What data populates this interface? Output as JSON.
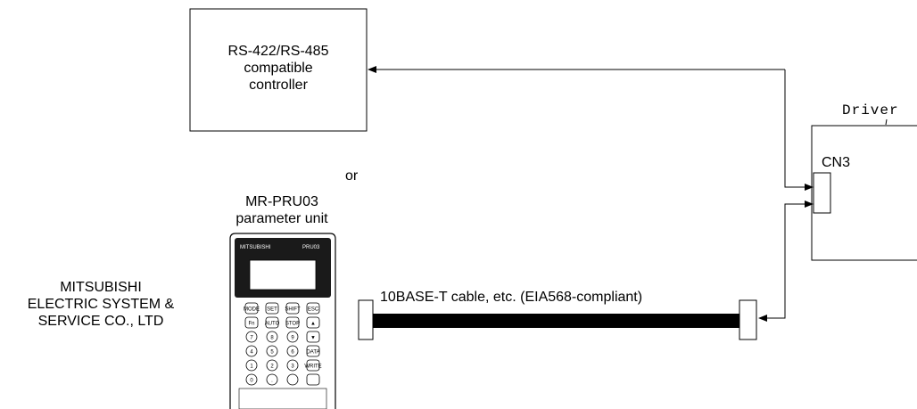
{
  "controller": {
    "line1": "RS-422/RS-485",
    "line2": "compatible",
    "line3": "controller"
  },
  "or_label": "or",
  "parameter_unit": {
    "line1": "MR-PRU03",
    "line2": "parameter unit",
    "brand_text": "MITSUBISHI",
    "model_text": "PRU03",
    "keys": [
      "MODE",
      "SET",
      "SHIFT",
      "ESC",
      "Fn",
      "AUTO",
      "STOP",
      "▲",
      "7",
      "8",
      "9",
      "▼",
      "4",
      "5",
      "6",
      "DATA",
      "1",
      "2",
      "3",
      "WRITE",
      "0",
      ".",
      "",
      ""
    ]
  },
  "maker": {
    "line1": "MITSUBISHI",
    "line2": "ELECTRIC SYSTEM &",
    "line3": "SERVICE CO., LTD"
  },
  "cable_label": "10BASE-T cable, etc. (EIA568-compliant)",
  "driver_label": "Driver",
  "connector_label": "CN3",
  "colors": {
    "line": "#000000",
    "unit_body": "#ffffff",
    "unit_top": "#1a1a1a"
  }
}
